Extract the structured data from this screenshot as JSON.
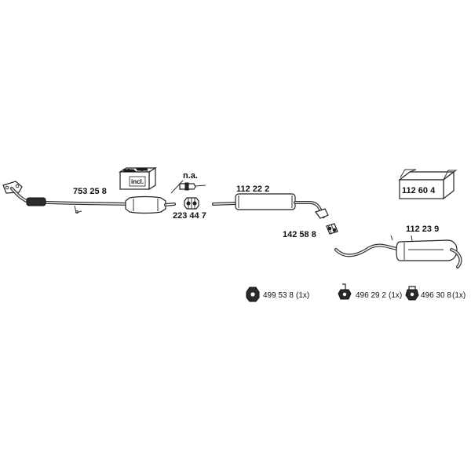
{
  "parts": {
    "front_pipe": {
      "number": "753 25 8"
    },
    "catalyst_note": {
      "text": "n.a."
    },
    "catalyst_kit": {
      "incl": "incl."
    },
    "clamp_1": {
      "number": "223 44 7"
    },
    "middle_silencer": {
      "number": "112 22 2"
    },
    "clamp_2": {
      "number": "142 58 8"
    },
    "rear_silencer": {
      "number": "112 23 9"
    },
    "mounting_kit": {
      "number": "112 60 4"
    }
  },
  "hangers": [
    {
      "number": "499 53 8",
      "qty": "(1x)"
    },
    {
      "number": "496 29 2",
      "qty": "(1x)"
    },
    {
      "number": "496 30 8",
      "qty": "(1x)"
    }
  ],
  "colors": {
    "line": "#222222",
    "fill_dark": "#2a2a2a",
    "background": "#ffffff"
  }
}
